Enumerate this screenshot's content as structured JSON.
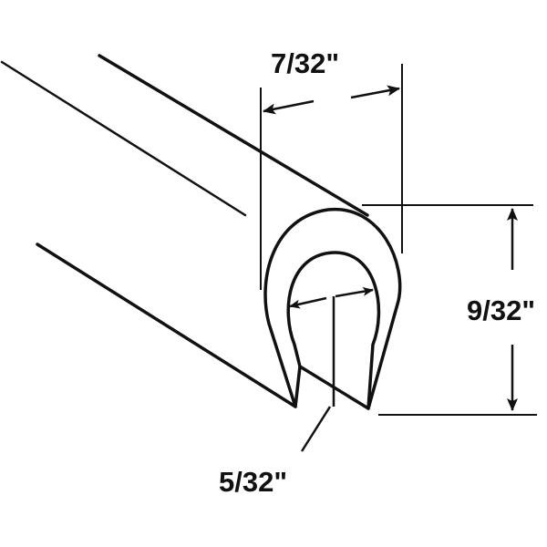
{
  "dimensions": {
    "width": "7/32\"",
    "height": "9/32\"",
    "gap": "5/32\""
  },
  "colors": {
    "line": "#111111",
    "background": "#ffffff"
  }
}
